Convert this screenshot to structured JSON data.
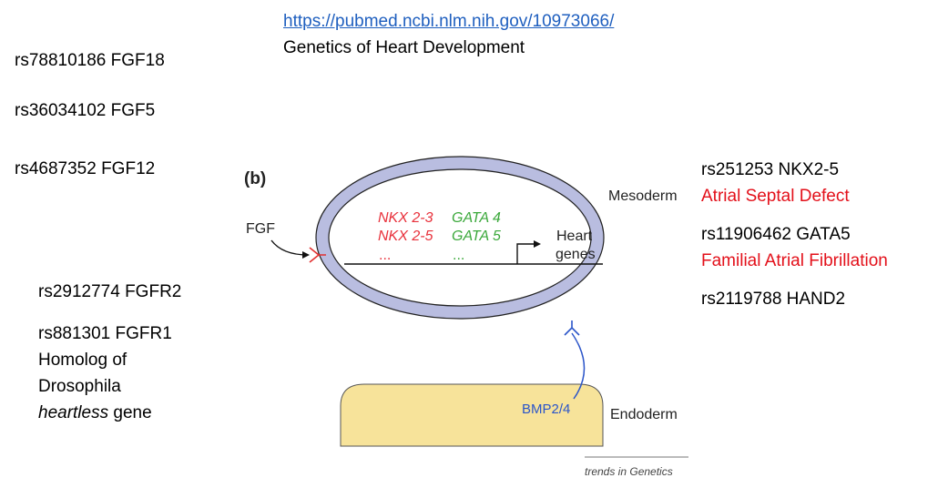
{
  "header": {
    "url": "https://pubmed.ncbi.nlm.nih.gov/10973066/",
    "title": "Genetics of Heart Development"
  },
  "left_snps": [
    "rs78810186 FGF18",
    "rs36034102 FGF5",
    "rs4687352 FGF12"
  ],
  "left_lower": {
    "fgfr2": "rs2912774 FGFR2",
    "fgfr1": "rs881301 FGFR1",
    "line1": "Homolog of",
    "line2": "Drosophila",
    "italic": "heartless",
    "suffix": " gene"
  },
  "right": {
    "nkx": "rs251253 NKX2-5",
    "nkx_disease": "Atrial Septal Defect",
    "gata": "rs11906462 GATA5",
    "gata_disease": "Familial Atrial Fibrillation",
    "hand": "rs2119788 HAND2"
  },
  "diagram": {
    "panel_label": "(b)",
    "mesoderm": "Mesoderm",
    "endoderm": "Endoderm",
    "fgf": "FGF",
    "bmp": "BMP2/4",
    "nkx23": "NKX 2-3",
    "nkx25": "NKX 2-5",
    "gata4": "GATA 4",
    "gata5": "GATA 5",
    "dots_red": "...",
    "dots_green": "...",
    "heart": "Heart",
    "genes": "genes",
    "footer": "trends in Genetics",
    "colors": {
      "ring": "#b9bde0",
      "endoderm": "#f7e39a",
      "nkx": "#e8323c",
      "gata": "#3aa83a",
      "bmp": "#2b55c9",
      "receptor": "#e23030"
    }
  }
}
